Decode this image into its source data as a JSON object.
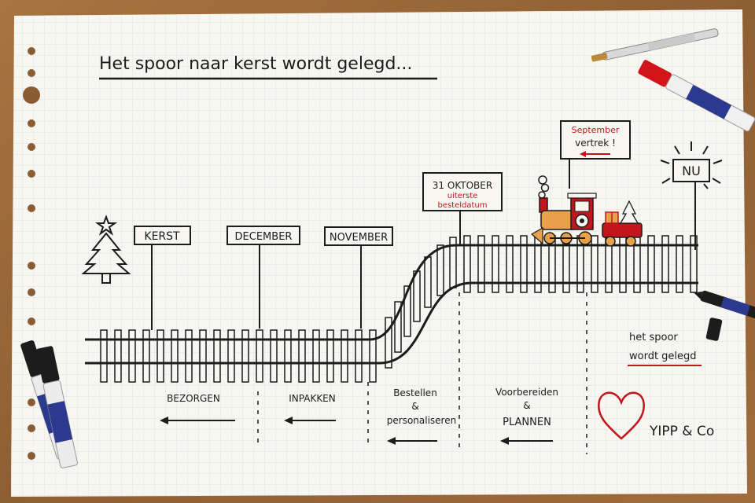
{
  "title": "Het spoor naar kerst wordt gelegd...",
  "signs": {
    "kerst": "KERST",
    "december": "DECEMBER",
    "november": "NOVEMBER",
    "oktober_date": "31 OKTOBER",
    "oktober_note_1": "uiterste",
    "oktober_note_2": "besteldatum",
    "september": "September",
    "vertrek": "vertrek !",
    "nu": "NU"
  },
  "phases": {
    "bezorgen": "BEZORGEN",
    "inpakken": "INPAKKEN",
    "bestellen_1": "Bestellen",
    "bestellen_amp": "&",
    "bestellen_2": "personaliseren",
    "voorbereiden_1": "Voorbereiden",
    "voorbereiden_amp": "&",
    "voorbereiden_2": "PLANNEN"
  },
  "note": {
    "line1": "het spoor",
    "line2": "wordt gelegd"
  },
  "brand": "YIPP & Co",
  "colors": {
    "paper": "#f7f6f1",
    "grid": "#dfe3e8",
    "ink": "#1c1c1c",
    "red_ink": "#c0161c",
    "wood": "#9a6a3c"
  },
  "icons": [
    "christmas-tree-icon",
    "sun-rays-icon",
    "heart-icon",
    "train-icon",
    "arrow-left-icon",
    "marker-pen-icon"
  ]
}
